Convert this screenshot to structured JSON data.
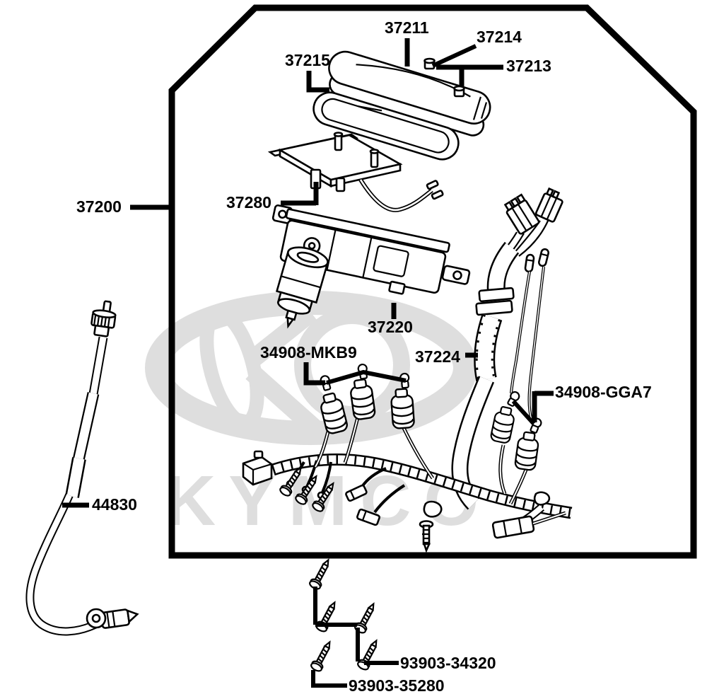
{
  "watermark": {
    "logo_text": "KYMCO",
    "color": "#dedede"
  },
  "colors": {
    "line": "#000000",
    "background": "#ffffff"
  },
  "parts": {
    "p37200": "37200",
    "p37211": "37211",
    "p37214": "37214",
    "p37215": "37215",
    "p37213": "37213",
    "p37280": "37280",
    "p37220": "37220",
    "p34908_mkb9": "34908-MKB9",
    "p37224": "37224",
    "p34908_gga7": "34908-GGA7",
    "p44830": "44830",
    "p93903_34320": "93903-34320",
    "p93903_35280": "93903-35280"
  }
}
